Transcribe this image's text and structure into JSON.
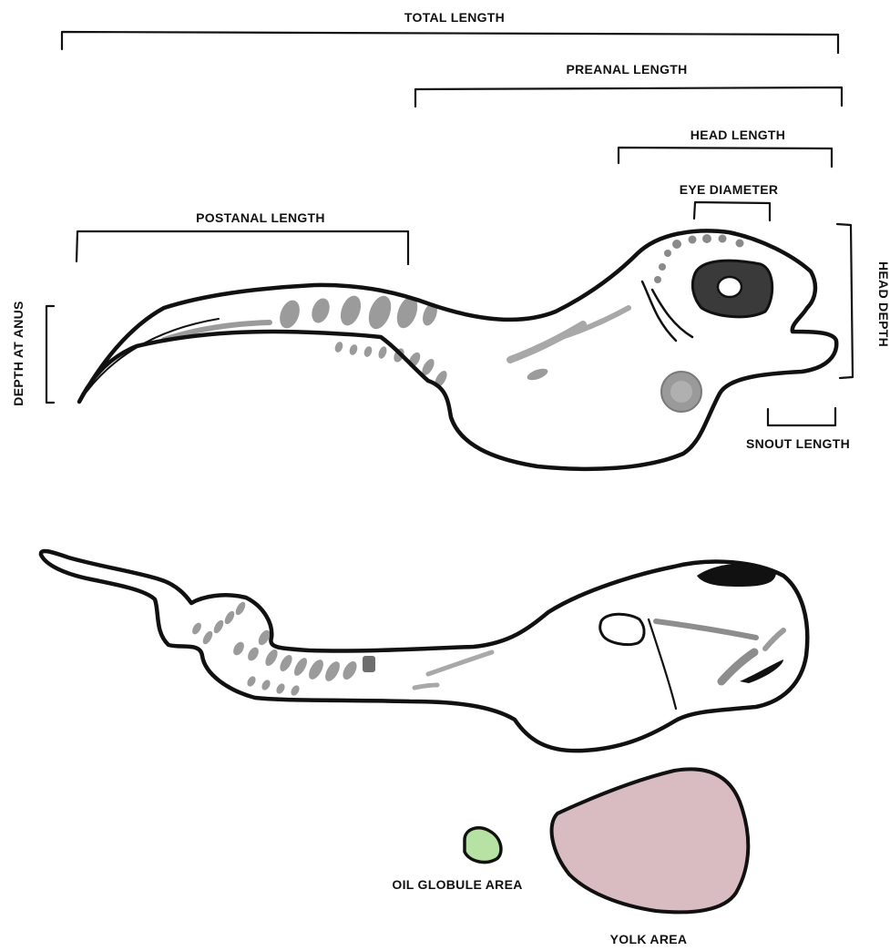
{
  "labels": {
    "total_length": "TOTAL LENGTH",
    "preanal_length": "PREANAL LENGTH",
    "head_length": "HEAD LENGTH",
    "eye_diameter": "EYE DIAMETER",
    "postanal_length": "POSTANAL LENGTH",
    "depth_at_anus": "DEPTH AT ANUS",
    "head_depth": "HEAD DEPTH",
    "snout_length": "SNOUT LENGTH",
    "oil_globule_area": "OIL GLOBULE AREA",
    "yolk_area": "YOLK AREA"
  },
  "colors": {
    "ink": "#111111",
    "oil_globule_fill": "#b6e3a3",
    "yolk_fill": "#d9bcc2",
    "pigment": "#8a8a8a",
    "eye_dark": "#3a3a3a"
  }
}
